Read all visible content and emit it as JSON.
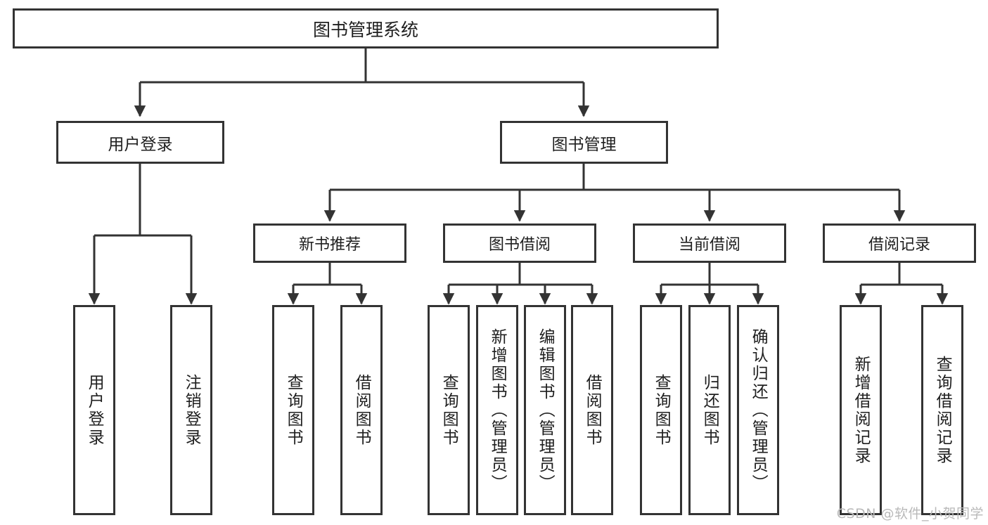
{
  "diagram": {
    "title": "图书管理系统",
    "type": "tree-hierarchy-diagram",
    "watermark": "CSDN @软件_小贺同学",
    "colors": {
      "box_border": "#333333",
      "box_fill": "#ffffff",
      "connector": "#333333",
      "text": "#1f1f1f",
      "watermark": "#b9b9b9",
      "background": "#ffffff"
    }
  },
  "root": {
    "label": "图书管理系统"
  },
  "level1": [
    {
      "label": "用户登录"
    },
    {
      "label": "图书管理"
    }
  ],
  "level2": [
    {
      "label": "新书推荐"
    },
    {
      "label": "图书借阅"
    },
    {
      "label": "当前借阅"
    },
    {
      "label": "借阅记录"
    }
  ],
  "leaves": {
    "user_login": [
      {
        "label": "用户登录"
      },
      {
        "label": "注销登录"
      }
    ],
    "new_book_recommend": [
      {
        "label": "查询图书"
      },
      {
        "label": "借阅图书"
      }
    ],
    "book_borrow": [
      {
        "label": "查询图书"
      },
      {
        "label": "新增图书（管理员）"
      },
      {
        "label": "编辑图书（管理员）"
      },
      {
        "label": "借阅图书"
      }
    ],
    "current_borrow": [
      {
        "label": "查询图书"
      },
      {
        "label": "归还图书"
      },
      {
        "label": "确认归还（管理员）"
      }
    ],
    "borrow_record": [
      {
        "label": "新增借阅记录"
      },
      {
        "label": "查询借阅记录"
      }
    ]
  }
}
